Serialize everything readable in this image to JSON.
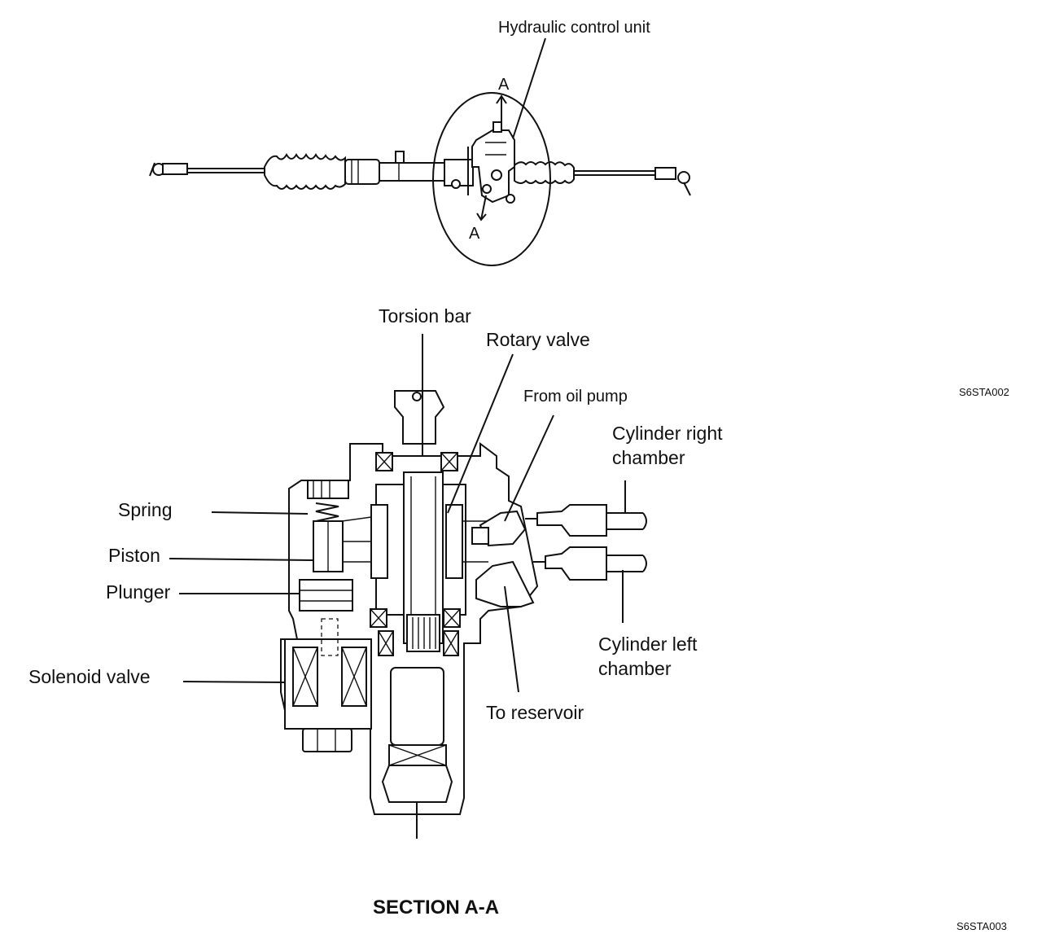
{
  "labels": {
    "hydraulic_control_unit": "Hydraulic control unit",
    "section_mark_top": "A",
    "section_mark_bottom": "A",
    "torsion_bar": "Torsion bar",
    "rotary_valve": "Rotary valve",
    "from_oil_pump": "From oil pump",
    "cylinder_right_line1": "Cylinder right",
    "cylinder_right_line2": "chamber",
    "spring": "Spring",
    "piston": "Piston",
    "plunger": "Plunger",
    "solenoid_valve": "Solenoid valve",
    "cylinder_left_line1": "Cylinder left",
    "cylinder_left_line2": "chamber",
    "to_reservoir": "To reservoir",
    "section_title": "SECTION A-A"
  },
  "codes": {
    "top_figure": "S6STA002",
    "bottom_figure": "S6STA003"
  }
}
